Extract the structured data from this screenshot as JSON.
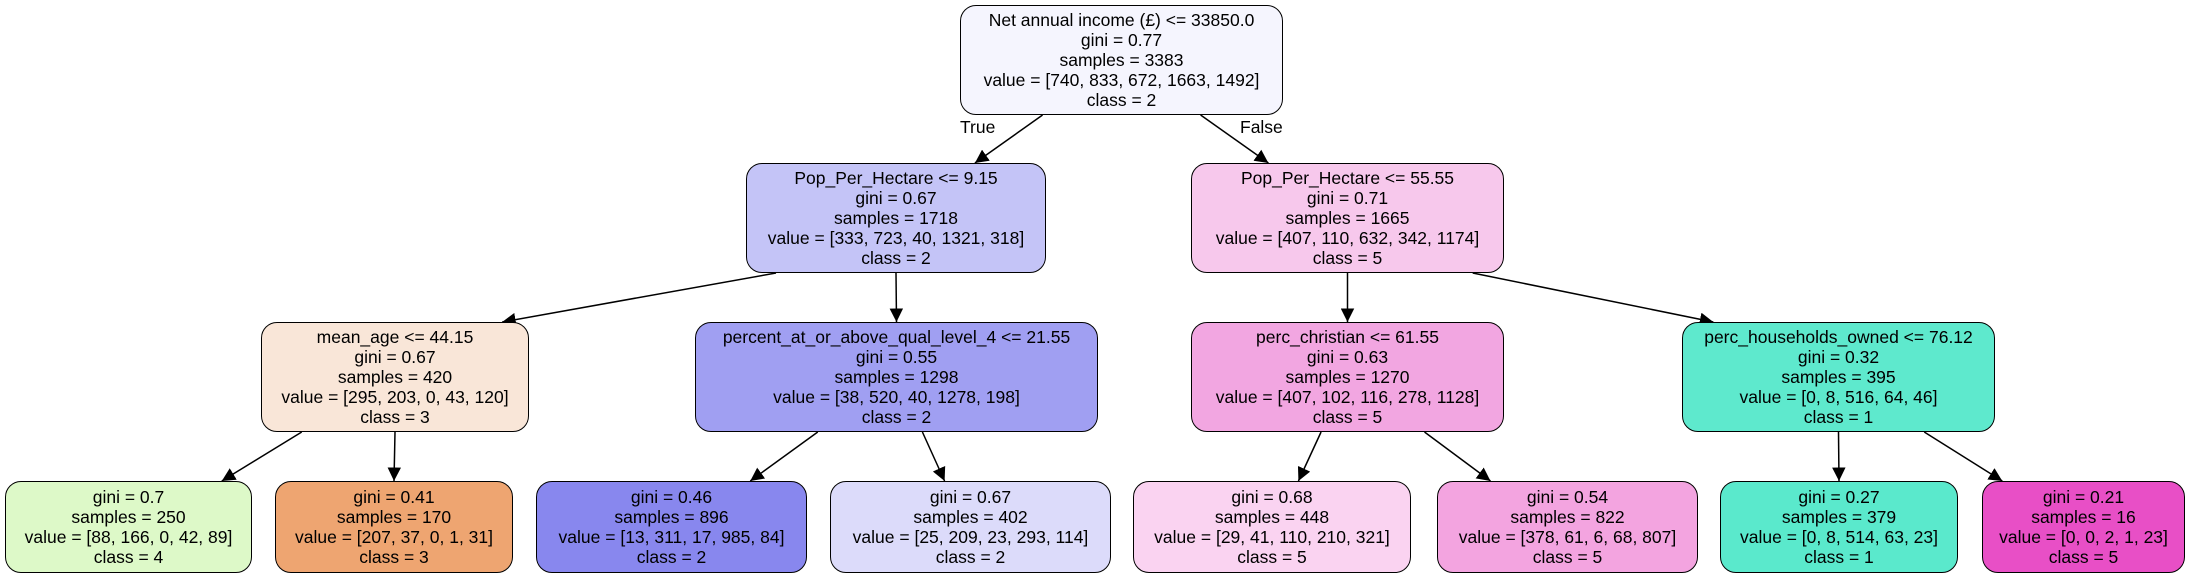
{
  "edge_labels": {
    "true_label": "True",
    "false_label": "False"
  },
  "nodes": [
    {
      "id": "n0",
      "color": "#f5f5fe",
      "lines": [
        "Net annual income (£) <= 33850.0",
        "gini = 0.77",
        "samples = 3383",
        "value = [740, 833, 672, 1663, 1492]",
        "class = 2"
      ]
    },
    {
      "id": "n1",
      "color": "#c4c4f7",
      "lines": [
        "Pop_Per_Hectare <= 9.15",
        "gini = 0.67",
        "samples = 1718",
        "value = [333, 723, 40, 1321, 318]",
        "class = 2"
      ]
    },
    {
      "id": "n2",
      "color": "#f7c8ec",
      "lines": [
        "Pop_Per_Hectare <= 55.55",
        "gini = 0.71",
        "samples = 1665",
        "value = [407, 110, 632, 342, 1174]",
        "class = 5"
      ]
    },
    {
      "id": "n3",
      "color": "#f9e6d8",
      "lines": [
        "mean_age <= 44.15",
        "gini = 0.67",
        "samples = 420",
        "value = [295, 203, 0, 43, 120]",
        "class = 3"
      ]
    },
    {
      "id": "n4",
      "color": "#a09ff2",
      "lines": [
        "percent_at_or_above_qual_level_4 <= 21.55",
        "gini = 0.55",
        "samples = 1298",
        "value = [38, 520, 40, 1278, 198]",
        "class = 2"
      ]
    },
    {
      "id": "n5",
      "color": "#f2a6e1",
      "lines": [
        "perc_christian <= 61.55",
        "gini = 0.63",
        "samples = 1270",
        "value = [407, 102, 116, 278, 1128]",
        "class = 5"
      ]
    },
    {
      "id": "n6",
      "color": "#5ee9cd",
      "lines": [
        "perc_households_owned <= 76.12",
        "gini = 0.32",
        "samples = 395",
        "value = [0, 8, 516, 64, 46]",
        "class = 1"
      ]
    },
    {
      "id": "n7",
      "color": "#ddf9c8",
      "lines": [
        "gini = 0.7",
        "samples = 250",
        "value = [88, 166, 0, 42, 89]",
        "class = 4"
      ]
    },
    {
      "id": "n8",
      "color": "#eea571",
      "lines": [
        "gini = 0.41",
        "samples = 170",
        "value = [207, 37, 0, 1, 31]",
        "class = 3"
      ]
    },
    {
      "id": "n9",
      "color": "#8887ee",
      "lines": [
        "gini = 0.46",
        "samples = 896",
        "value = [13, 311, 17, 985, 84]",
        "class = 2"
      ]
    },
    {
      "id": "n10",
      "color": "#dcdbfa",
      "lines": [
        "gini = 0.67",
        "samples = 402",
        "value = [25, 209, 23, 293, 114]",
        "class = 2"
      ]
    },
    {
      "id": "n11",
      "color": "#fad3f1",
      "lines": [
        "gini = 0.68",
        "samples = 448",
        "value = [29, 41, 110, 210, 321]",
        "class = 5"
      ]
    },
    {
      "id": "n12",
      "color": "#f3a4e0",
      "lines": [
        "gini = 0.54",
        "samples = 822",
        "value = [378, 61, 6, 68, 807]",
        "class = 5"
      ]
    },
    {
      "id": "n13",
      "color": "#5ae9cc",
      "lines": [
        "gini = 0.27",
        "samples = 379",
        "value = [0, 8, 514, 63, 23]",
        "class = 1"
      ]
    },
    {
      "id": "n14",
      "color": "#e84fc6",
      "lines": [
        "gini = 0.21",
        "samples = 16",
        "value = [0, 0, 2, 1, 23]",
        "class = 5"
      ]
    }
  ],
  "edges": [
    [
      "n0",
      "n1"
    ],
    [
      "n0",
      "n2"
    ],
    [
      "n1",
      "n3"
    ],
    [
      "n1",
      "n4"
    ],
    [
      "n2",
      "n5"
    ],
    [
      "n2",
      "n6"
    ],
    [
      "n3",
      "n7"
    ],
    [
      "n3",
      "n8"
    ],
    [
      "n4",
      "n9"
    ],
    [
      "n4",
      "n10"
    ],
    [
      "n5",
      "n11"
    ],
    [
      "n5",
      "n12"
    ],
    [
      "n6",
      "n13"
    ],
    [
      "n6",
      "n14"
    ]
  ]
}
